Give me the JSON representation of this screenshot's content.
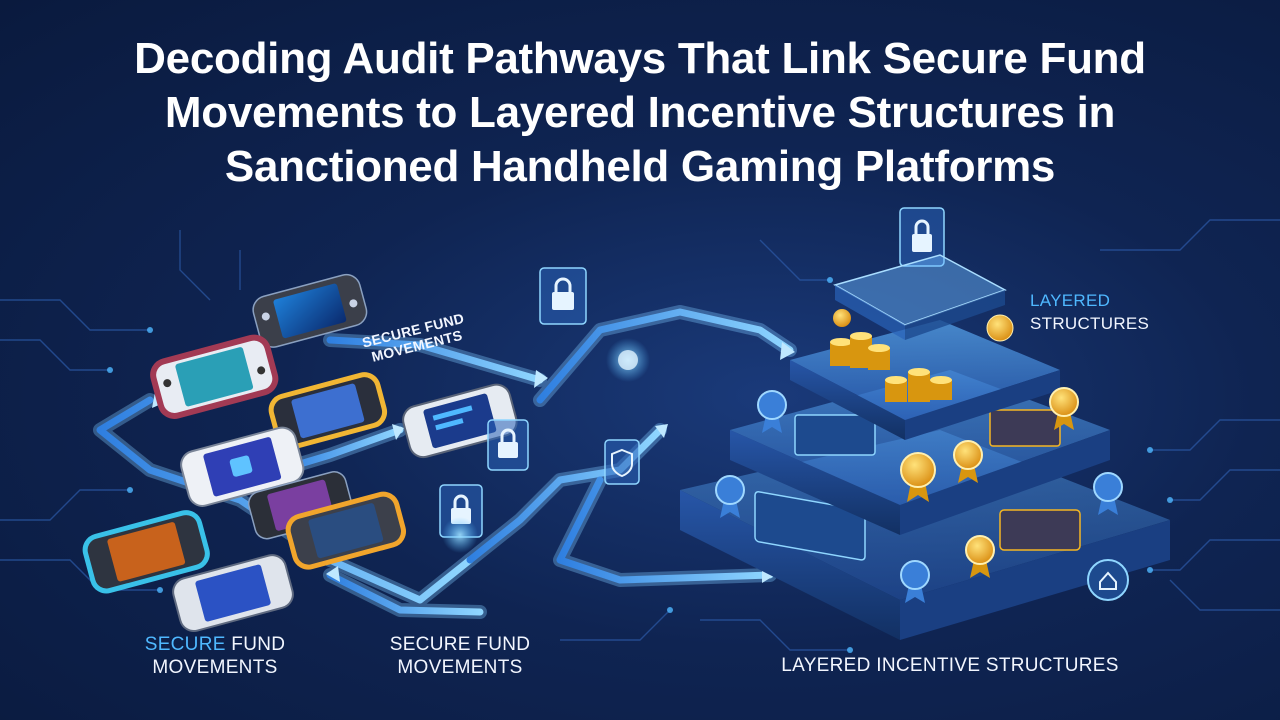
{
  "title": {
    "line1": "Decoding Audit Pathways That Link Secure Fund",
    "line2": "Movements to Layered Incentive Structures in",
    "line3": "Sanctioned Handheld Gaming Platforms"
  },
  "labels": {
    "secure_left_word1": "Secure",
    "secure_left_rest": " Fund",
    "secure_left_line2": "Movements",
    "secure_mid_line1": "Secure Fund",
    "secure_mid_line2": "Movements",
    "secure_path_line1": "Secure Fund",
    "secure_path_line2": "Movements",
    "layered_right_word1": "Layered",
    "layered_right_line2": "Structures",
    "layered_bottom": "Layered Incentive Structures"
  },
  "colors": {
    "background": "#0f2452",
    "accent": "#4fb8ff",
    "gold": "#f5b623"
  }
}
